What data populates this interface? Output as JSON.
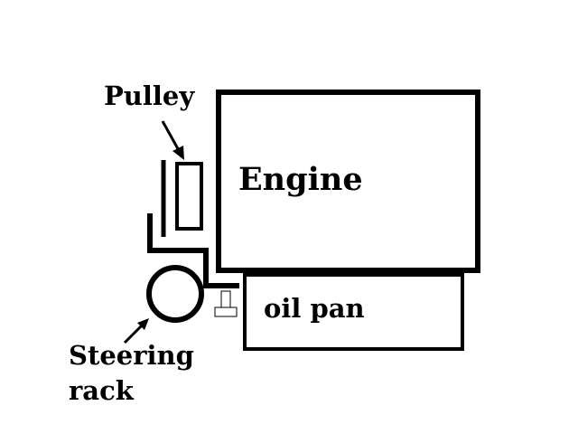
{
  "labels": {
    "pulley": "Pulley",
    "engine": "Engine",
    "oil_pan": "oil pan",
    "steering_rack_line1": "Steering",
    "steering_rack_line2": "rack"
  },
  "colors": {
    "background": "#ffffff",
    "stroke": "#000000"
  }
}
